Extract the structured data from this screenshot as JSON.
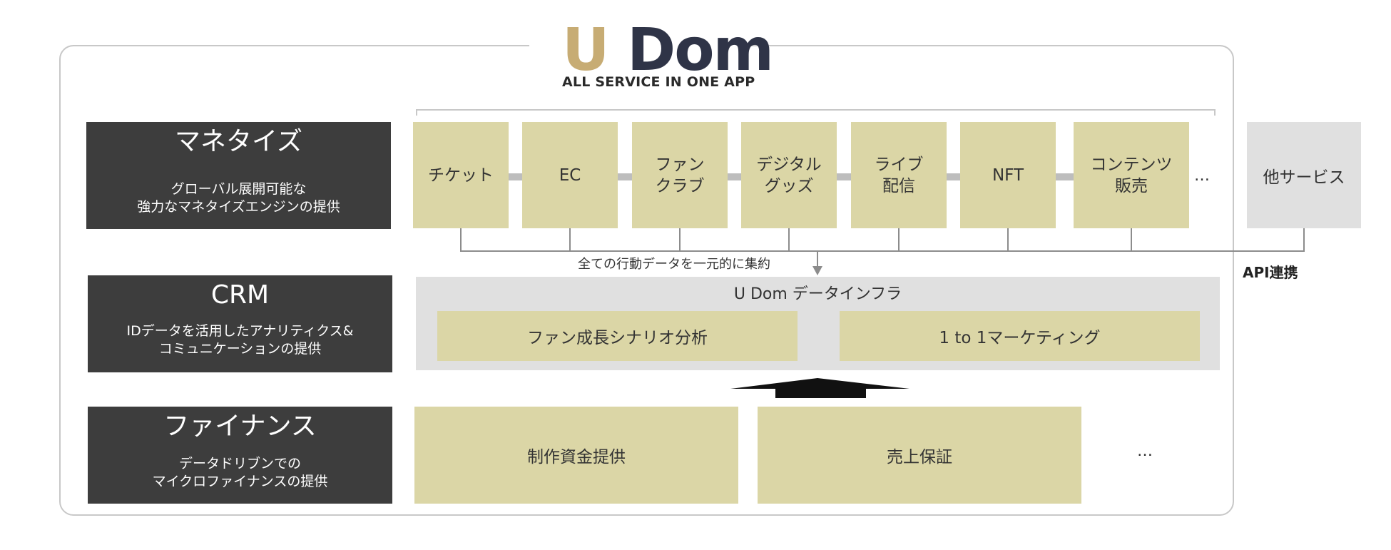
{
  "brand": {
    "logo_u": "U",
    "logo_dom": "Dom",
    "tagline": "ALL SERVICE IN ONE APP",
    "colors": {
      "logo_u": "#c7ac74",
      "logo_dom": "#2f3447",
      "category_bg": "#3d3d3d",
      "service_bg": "#dbd6a6",
      "infra_bg": "#e0e0e0"
    }
  },
  "categories": [
    {
      "title": "マネタイズ",
      "subtitle": "グローバル展開可能な\n強力なマネタイズエンジンの提供"
    },
    {
      "title": "CRM",
      "subtitle": "IDデータを活用したアナリティクス&\nコミュニケーションの提供"
    },
    {
      "title": "ファイナンス",
      "subtitle": "データドリブンでの\nマイクロファイナンスの提供"
    }
  ],
  "services": [
    "チケット",
    "EC",
    "ファン\nクラブ",
    "デジタル\nグッズ",
    "ライブ\n配信",
    "NFT",
    "コンテンツ\n販売"
  ],
  "services_more": "…",
  "other_service": "他サービス",
  "aggregate_note": "全ての行動データを一元的に集約",
  "api_label": "API連携",
  "infra": {
    "title": "U Dom データインフラ",
    "boxes": [
      "ファン成長シナリオ分析",
      "1 to 1マーケティング"
    ]
  },
  "finance": {
    "boxes": [
      "制作資金提供",
      "売上保証"
    ],
    "more": "…"
  }
}
